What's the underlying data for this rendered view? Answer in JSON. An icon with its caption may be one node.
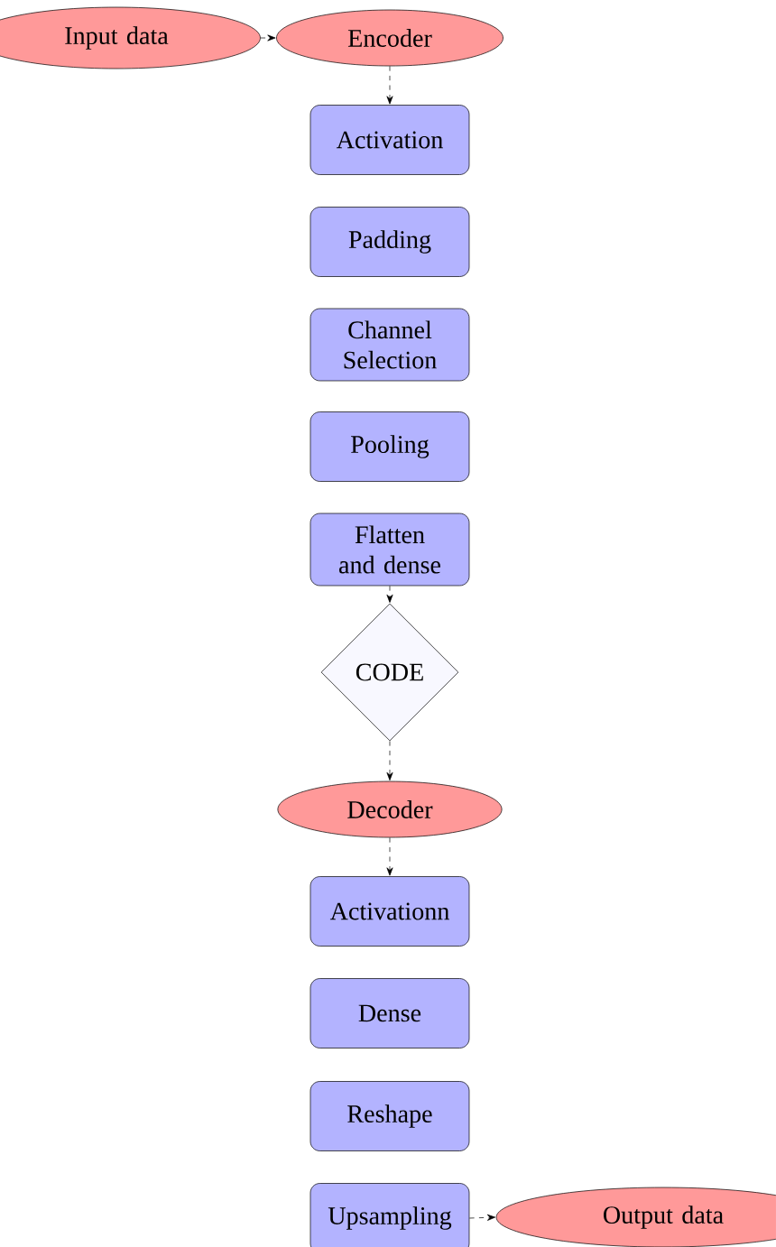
{
  "diagram": {
    "nodes": [
      {
        "text": [
          "Input data"
        ]
      },
      {
        "text": [
          "Encoder"
        ]
      },
      {
        "text": [
          "Activation"
        ]
      },
      {
        "text": [
          "Padding"
        ]
      },
      {
        "text": [
          "Channel Selection"
        ]
      },
      {
        "text": [
          "Pooling"
        ]
      },
      {
        "text": [
          "Flatten and dense"
        ]
      },
      {
        "text": [
          "CODE"
        ]
      },
      {
        "text": [
          "Decoder"
        ]
      },
      {
        "text": [
          "Activationn"
        ]
      },
      {
        "text": [
          "Dense"
        ]
      },
      {
        "text": [
          "Reshape"
        ]
      },
      {
        "text": [
          "Upsampling"
        ]
      },
      {
        "text": [
          "Output data"
        ]
      }
    ],
    "edges": [
      {
        "from": 0,
        "to": 1,
        "arrow": "to",
        "style": "dashed"
      },
      {
        "from": 1,
        "to": 2,
        "arrow": "to",
        "style": "dashed"
      },
      {
        "from": 6,
        "to": 7,
        "arrow": "to",
        "style": "dashed"
      },
      {
        "from": 7,
        "to": 8,
        "arrow": "to",
        "style": "dashed"
      },
      {
        "from": 8,
        "to": 9,
        "arrow": "to",
        "style": "dashed"
      },
      {
        "from": 12,
        "to": 13,
        "arrow": "to",
        "style": "dashed"
      }
    ]
  }
}
